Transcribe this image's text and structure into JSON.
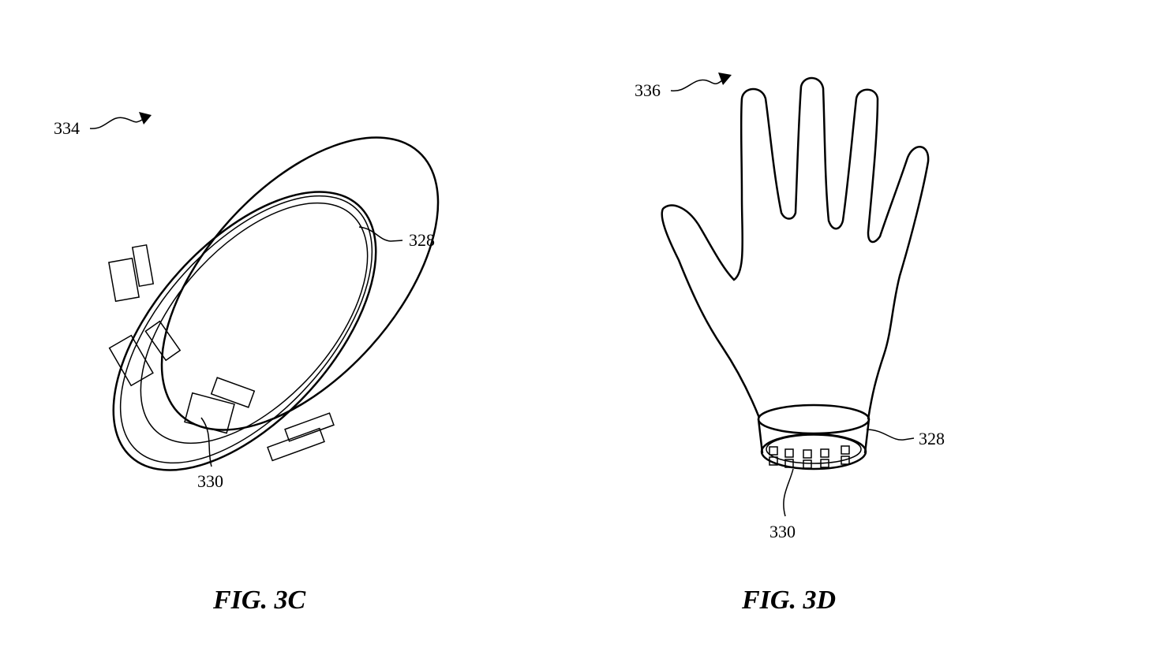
{
  "figures": [
    {
      "caption": "FIG. 3C",
      "ref_main": "334",
      "ref_band": "328",
      "ref_sensors": "330"
    },
    {
      "caption": "FIG. 3D",
      "ref_main": "336",
      "ref_band": "328",
      "ref_sensors": "330"
    }
  ]
}
